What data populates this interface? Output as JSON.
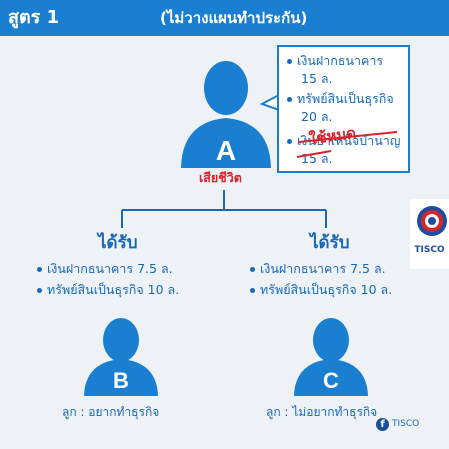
{
  "header": {
    "formula_label": "สูตร 1",
    "subtitle": "(ไม่วางแผนทำประกัน)",
    "bg_color": "#1b7fd1"
  },
  "colors": {
    "primary_blue": "#1769b8",
    "header_blue": "#1b7fd1",
    "alert_red": "#d8232a",
    "background": "#eef2f7"
  },
  "parent": {
    "letter": "A",
    "status": "เสียชีวิต",
    "assets": [
      {
        "name": "เงินฝากธนาคาร",
        "amount": "15 ล."
      },
      {
        "name": "ทรัพย์สินเป็นธุรกิจ",
        "amount": "20 ล."
      },
      {
        "name": "เงินบำเหน็จบำนาญ",
        "amount": "15 ล.",
        "crossed_out": true,
        "stamp": "ใช้หมด"
      }
    ]
  },
  "children": [
    {
      "letter": "B",
      "heading": "ได้รับ",
      "items": [
        "เงินฝากธนาคาร 7.5 ล.",
        "ทรัพย์สินเป็นธุรกิจ 10 ล."
      ],
      "caption": "ลูก : อยากทำธุรกิจ"
    },
    {
      "letter": "C",
      "heading": "ได้รับ",
      "items": [
        "เงินฝากธนาคาร 7.5 ล.",
        "ทรัพย์สินเป็นธุรกิจ 10 ล."
      ],
      "caption": "ลูก : ไม่อยากทำธุรกิจ"
    }
  ],
  "brand": {
    "logo_text": "TISCO",
    "facebook_label": "TISCO",
    "facebook_icon": "facebook-icon"
  }
}
